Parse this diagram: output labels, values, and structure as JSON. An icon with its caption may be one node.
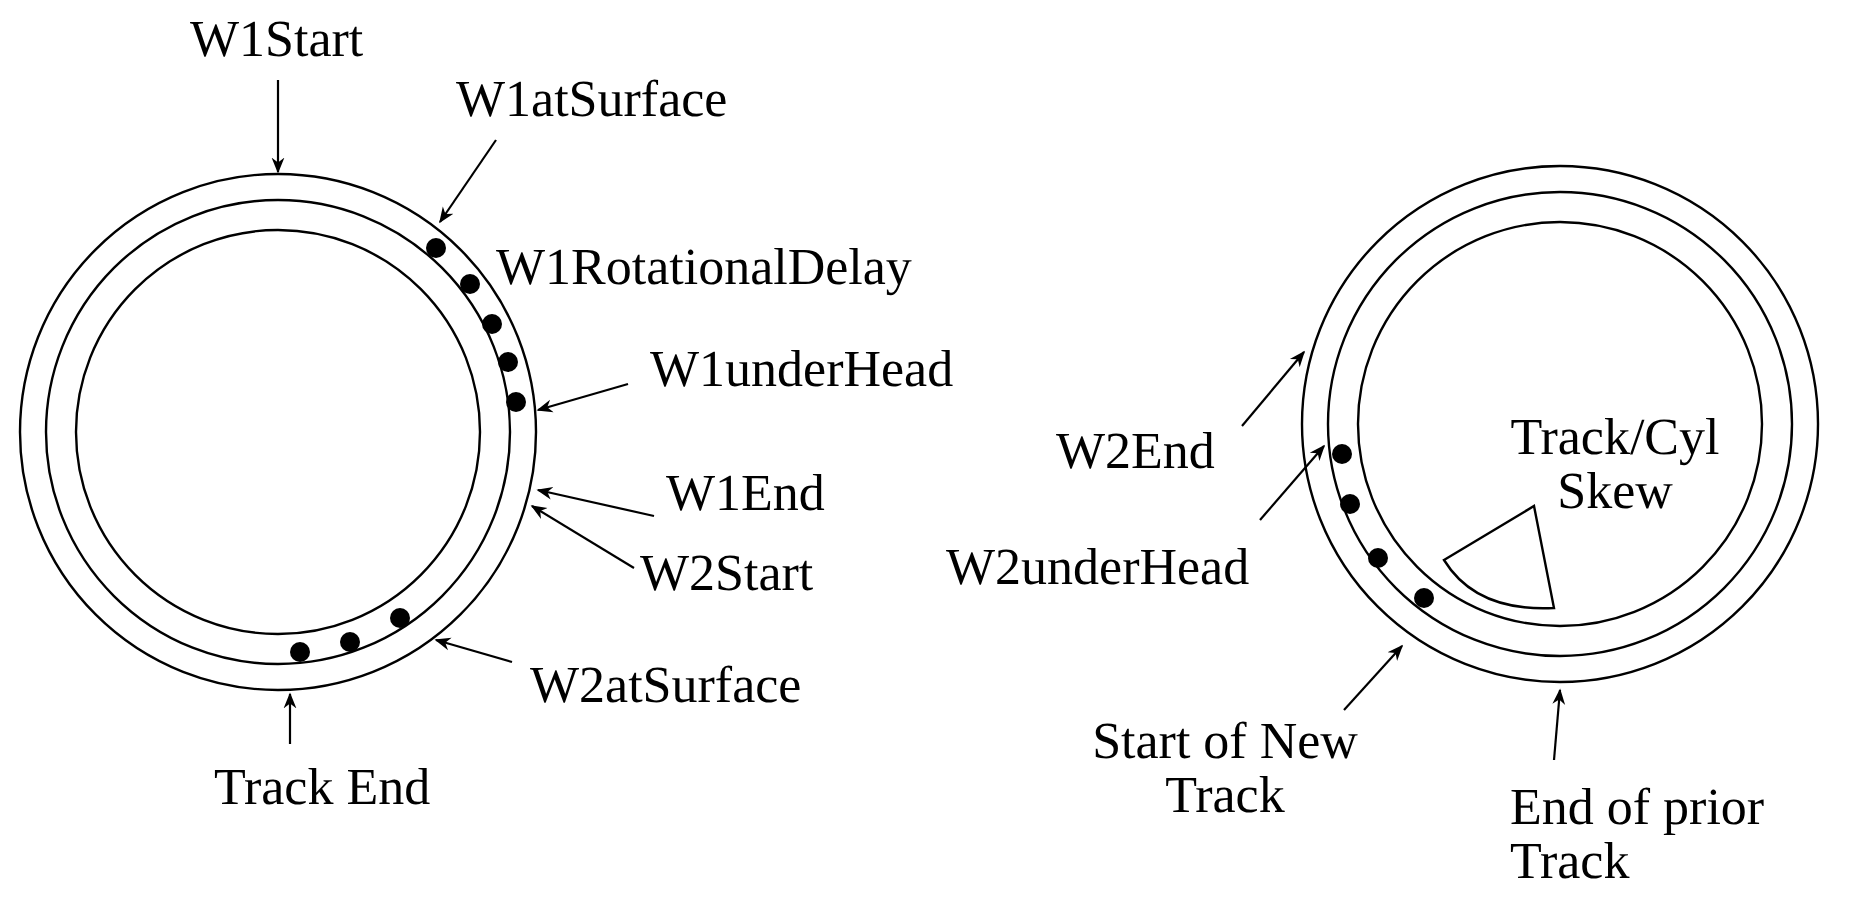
{
  "diagram": {
    "nodes": [
      {
        "text": [
          "W1Start"
        ]
      },
      {
        "text": [
          "W1atSurface"
        ]
      },
      {
        "text": [
          "W1underHead"
        ]
      },
      {
        "text": [
          "W1End"
        ]
      },
      {
        "text": [
          "W2Start"
        ]
      },
      {
        "text": [
          "W2atSurface"
        ]
      },
      {
        "text": [
          "Track End"
        ]
      },
      {
        "text": [
          "W2End"
        ]
      },
      {
        "text": [
          "W2underHead"
        ]
      },
      {
        "text": [
          "Start of New Track"
        ]
      },
      {
        "text": [
          "End of prior Track"
        ]
      }
    ],
    "edges": [
      {
        "from": 0,
        "to": null,
        "arrow": "to"
      },
      {
        "from": 1,
        "to": null,
        "arrow": "to"
      },
      {
        "from": 2,
        "to": null,
        "arrow": "to"
      },
      {
        "from": 3,
        "to": null,
        "arrow": "to"
      },
      {
        "from": 4,
        "to": null,
        "arrow": "to"
      },
      {
        "from": 5,
        "to": null,
        "arrow": "to"
      },
      {
        "from": 6,
        "to": null,
        "arrow": "to"
      },
      {
        "from": 7,
        "to": null,
        "arrow": "to"
      },
      {
        "from": 8,
        "to": null,
        "arrow": "to"
      },
      {
        "from": 9,
        "to": null,
        "arrow": "to"
      },
      {
        "from": 10,
        "to": null,
        "arrow": "to"
      }
    ],
    "labels": [
      "W1RotationalDelay",
      "Track/Cyl Skew"
    ]
  }
}
